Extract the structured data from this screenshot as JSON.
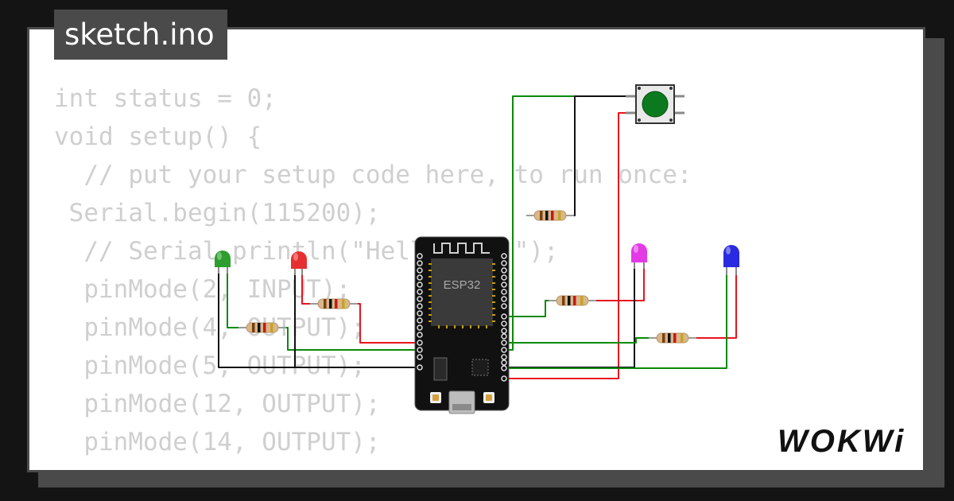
{
  "file_tab": {
    "filename": "sketch.ino"
  },
  "code_lines": [
    "int status = 0;",
    "void setup() {",
    "  // put your setup code here, to run once:",
    " Serial.begin(115200);",
    "  // Serial.println(\"Hello IOT!\");",
    "  pinMode(2, INPUT);",
    "  pinMode(4, OUTPUT);",
    "  pinMode(5, OUTPUT);",
    "  pinMode(12, OUTPUT);",
    "  pinMode(14, OUTPUT);"
  ],
  "board": {
    "chip_label": "ESP32"
  },
  "brand": {
    "logo_text": "WOKWi"
  },
  "colors": {
    "background": "#141414",
    "card": "#ffffff",
    "tab": "#4a4a4a",
    "code_text": "#cfcfcf",
    "wire_green": "#0a8a0a",
    "wire_red": "#e8141e",
    "wire_black": "#111111",
    "led_green": "#2e9e2e",
    "led_red": "#e63030",
    "led_magenta": "#e23be6",
    "led_blue": "#2a2ae0",
    "button_cap": "#0b7a1e"
  },
  "components": {
    "leds": [
      "green-led",
      "red-led",
      "magenta-led",
      "blue-led"
    ],
    "resistors": 5,
    "button": "pushbutton"
  }
}
